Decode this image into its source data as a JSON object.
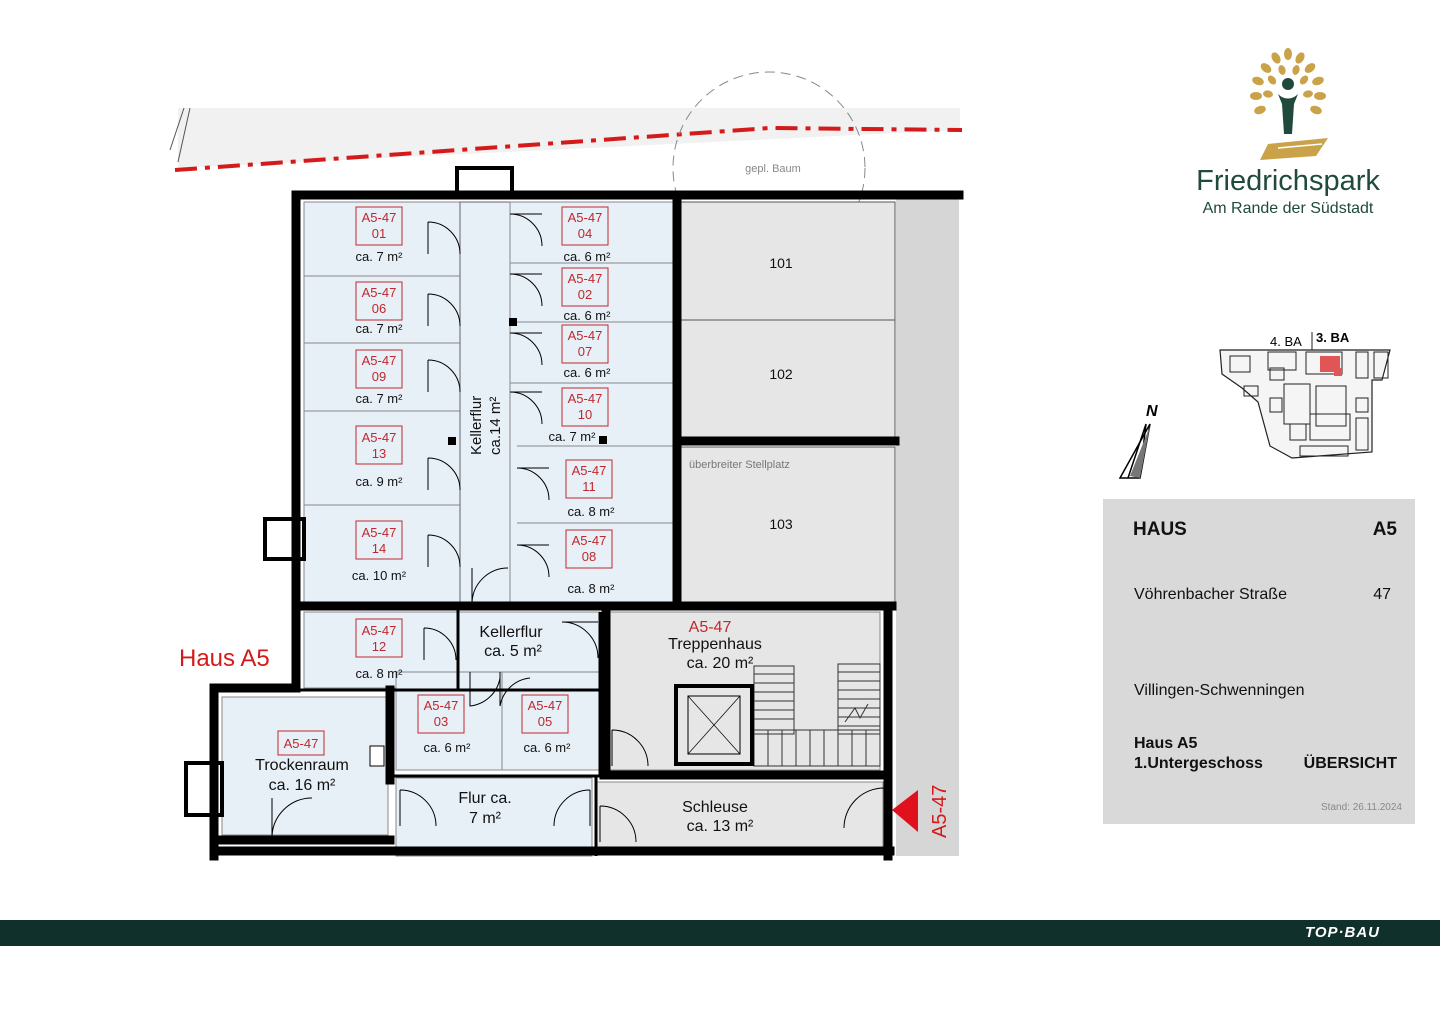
{
  "brand": {
    "name": "Friedrichspark",
    "tagline": "Am Rande der Südstadt",
    "gold": "#c9a24a",
    "green": "#1f4a3c",
    "icon": "tree-person-logo"
  },
  "plan": {
    "house_label": "Haus A5",
    "tree_label": "gepl. Baum",
    "entrance_label": "A5-47",
    "wide_parking_label": "überbreiter Stellplatz",
    "rooms": [
      {
        "code_a": "A5-47",
        "code_b": "01",
        "area": "ca. 7 m²"
      },
      {
        "code_a": "A5-47",
        "code_b": "06",
        "area": "ca. 7 m²"
      },
      {
        "code_a": "A5-47",
        "code_b": "09",
        "area": "ca. 7 m²"
      },
      {
        "code_a": "A5-47",
        "code_b": "13",
        "area": "ca. 9 m²"
      },
      {
        "code_a": "A5-47",
        "code_b": "14",
        "area": "ca. 10 m²"
      },
      {
        "code_a": "A5-47",
        "code_b": "04",
        "area": "ca. 6 m²"
      },
      {
        "code_a": "A5-47",
        "code_b": "02",
        "area": "ca. 6 m²"
      },
      {
        "code_a": "A5-47",
        "code_b": "07",
        "area": "ca. 6 m²"
      },
      {
        "code_a": "A5-47",
        "code_b": "10",
        "area": "ca. 7 m²"
      },
      {
        "code_a": "A5-47",
        "code_b": "11",
        "area": "ca. 8 m²"
      },
      {
        "code_a": "A5-47",
        "code_b": "08",
        "area": "ca. 8 m²"
      },
      {
        "code_a": "A5-47",
        "code_b": "12",
        "area": "ca. 8 m²"
      },
      {
        "code_a": "A5-47",
        "code_b": "03",
        "area": "ca. 6 m²"
      },
      {
        "code_a": "A5-47",
        "code_b": "05",
        "area": "ca. 6 m²"
      }
    ],
    "kellerflur_main": {
      "name": "Kellerflur",
      "area": "ca.14 m²"
    },
    "kellerflur_small": {
      "name": "Kellerflur",
      "area": "ca. 5 m²"
    },
    "treppenhaus": {
      "code": "A5-47",
      "name": "Treppenhaus",
      "area": "ca. 20 m²"
    },
    "trockenraum": {
      "code": "A5-47",
      "name": "Trockenraum",
      "area": "ca. 16 m²"
    },
    "flur": {
      "name": "Flur ca.",
      "area": "7 m²"
    },
    "schleuse": {
      "name": "Schleuse",
      "area": "ca. 13 m²"
    },
    "parking": [
      "101",
      "102",
      "103"
    ]
  },
  "site_map": {
    "labels": [
      "4. BA",
      "3. BA"
    ],
    "north": "N",
    "highlight_color": "#e05555"
  },
  "info": {
    "haus_label": "HAUS",
    "haus_value": "A5",
    "street": "Vöhrenbacher Straße",
    "number": "47",
    "city": "Villingen-Schwenningen",
    "floor_house": "Haus A5",
    "floor_name": "1.Untergeschoss",
    "view": "ÜBERSICHT",
    "date": "Stand: 26.11.2024"
  },
  "footer": {
    "logo_text": "TOP·BAU"
  },
  "colors": {
    "room_fill": "#e7eff7",
    "grey_fill": "#e6e6e6",
    "wall": "#000000",
    "code_red": "#c0282d",
    "boundary_red": "#d41a1a"
  }
}
